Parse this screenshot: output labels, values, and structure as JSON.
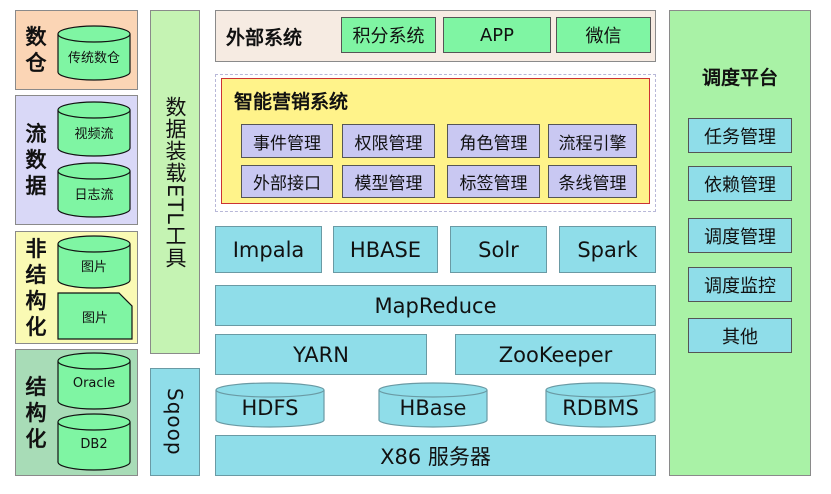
{
  "colors": {
    "orange_panel": "#fbd5b5",
    "lavender_panel": "#d9d8f7",
    "yellow_panel": "#fafab4",
    "green_panel": "#a8dcb7",
    "etl_panel": "#c5f3b3",
    "external_panel": "#f6ebe2",
    "external_item": "#7ff5a3",
    "marketing_panel": "#fff38a",
    "marketing_module": "#c9c8f2",
    "cyan_layer": "#8fdde9",
    "scheduler_panel": "#a9f2a6"
  },
  "data_sources": {
    "shucang": {
      "label": "数\n仓",
      "items": [
        "传统数仓"
      ]
    },
    "stream": {
      "label": "流\n数\n据",
      "items": [
        "视频流",
        "日志流"
      ]
    },
    "unstructured": {
      "label": "非\n结\n构\n化",
      "items": [
        "图片",
        "图片"
      ]
    },
    "structured": {
      "label": "结\n构\n化",
      "items": [
        "Oracle",
        "DB2"
      ]
    }
  },
  "etl": {
    "label": "数据装载ETL工具"
  },
  "sqoop": {
    "label": "Sqoop"
  },
  "external": {
    "title": "外部系统",
    "items": [
      "积分系统",
      "APP",
      "微信"
    ]
  },
  "marketing": {
    "title": "智能营销系统",
    "modules": [
      "事件管理",
      "权限管理",
      "角色管理",
      "流程引擎",
      "外部接口",
      "模型管理",
      "标签管理",
      "条线管理"
    ]
  },
  "compute": [
    "Impala",
    "HBASE",
    "Solr",
    "Spark"
  ],
  "mapreduce": "MapReduce",
  "yarn": "YARN",
  "zookeeper": "ZooKeeper",
  "storage": [
    "HDFS",
    "HBase",
    "RDBMS"
  ],
  "server": "X86 服务器",
  "scheduler": {
    "title": "调度平台",
    "items": [
      "任务管理",
      "依赖管理",
      "调度管理",
      "调度监控",
      "其他"
    ]
  }
}
